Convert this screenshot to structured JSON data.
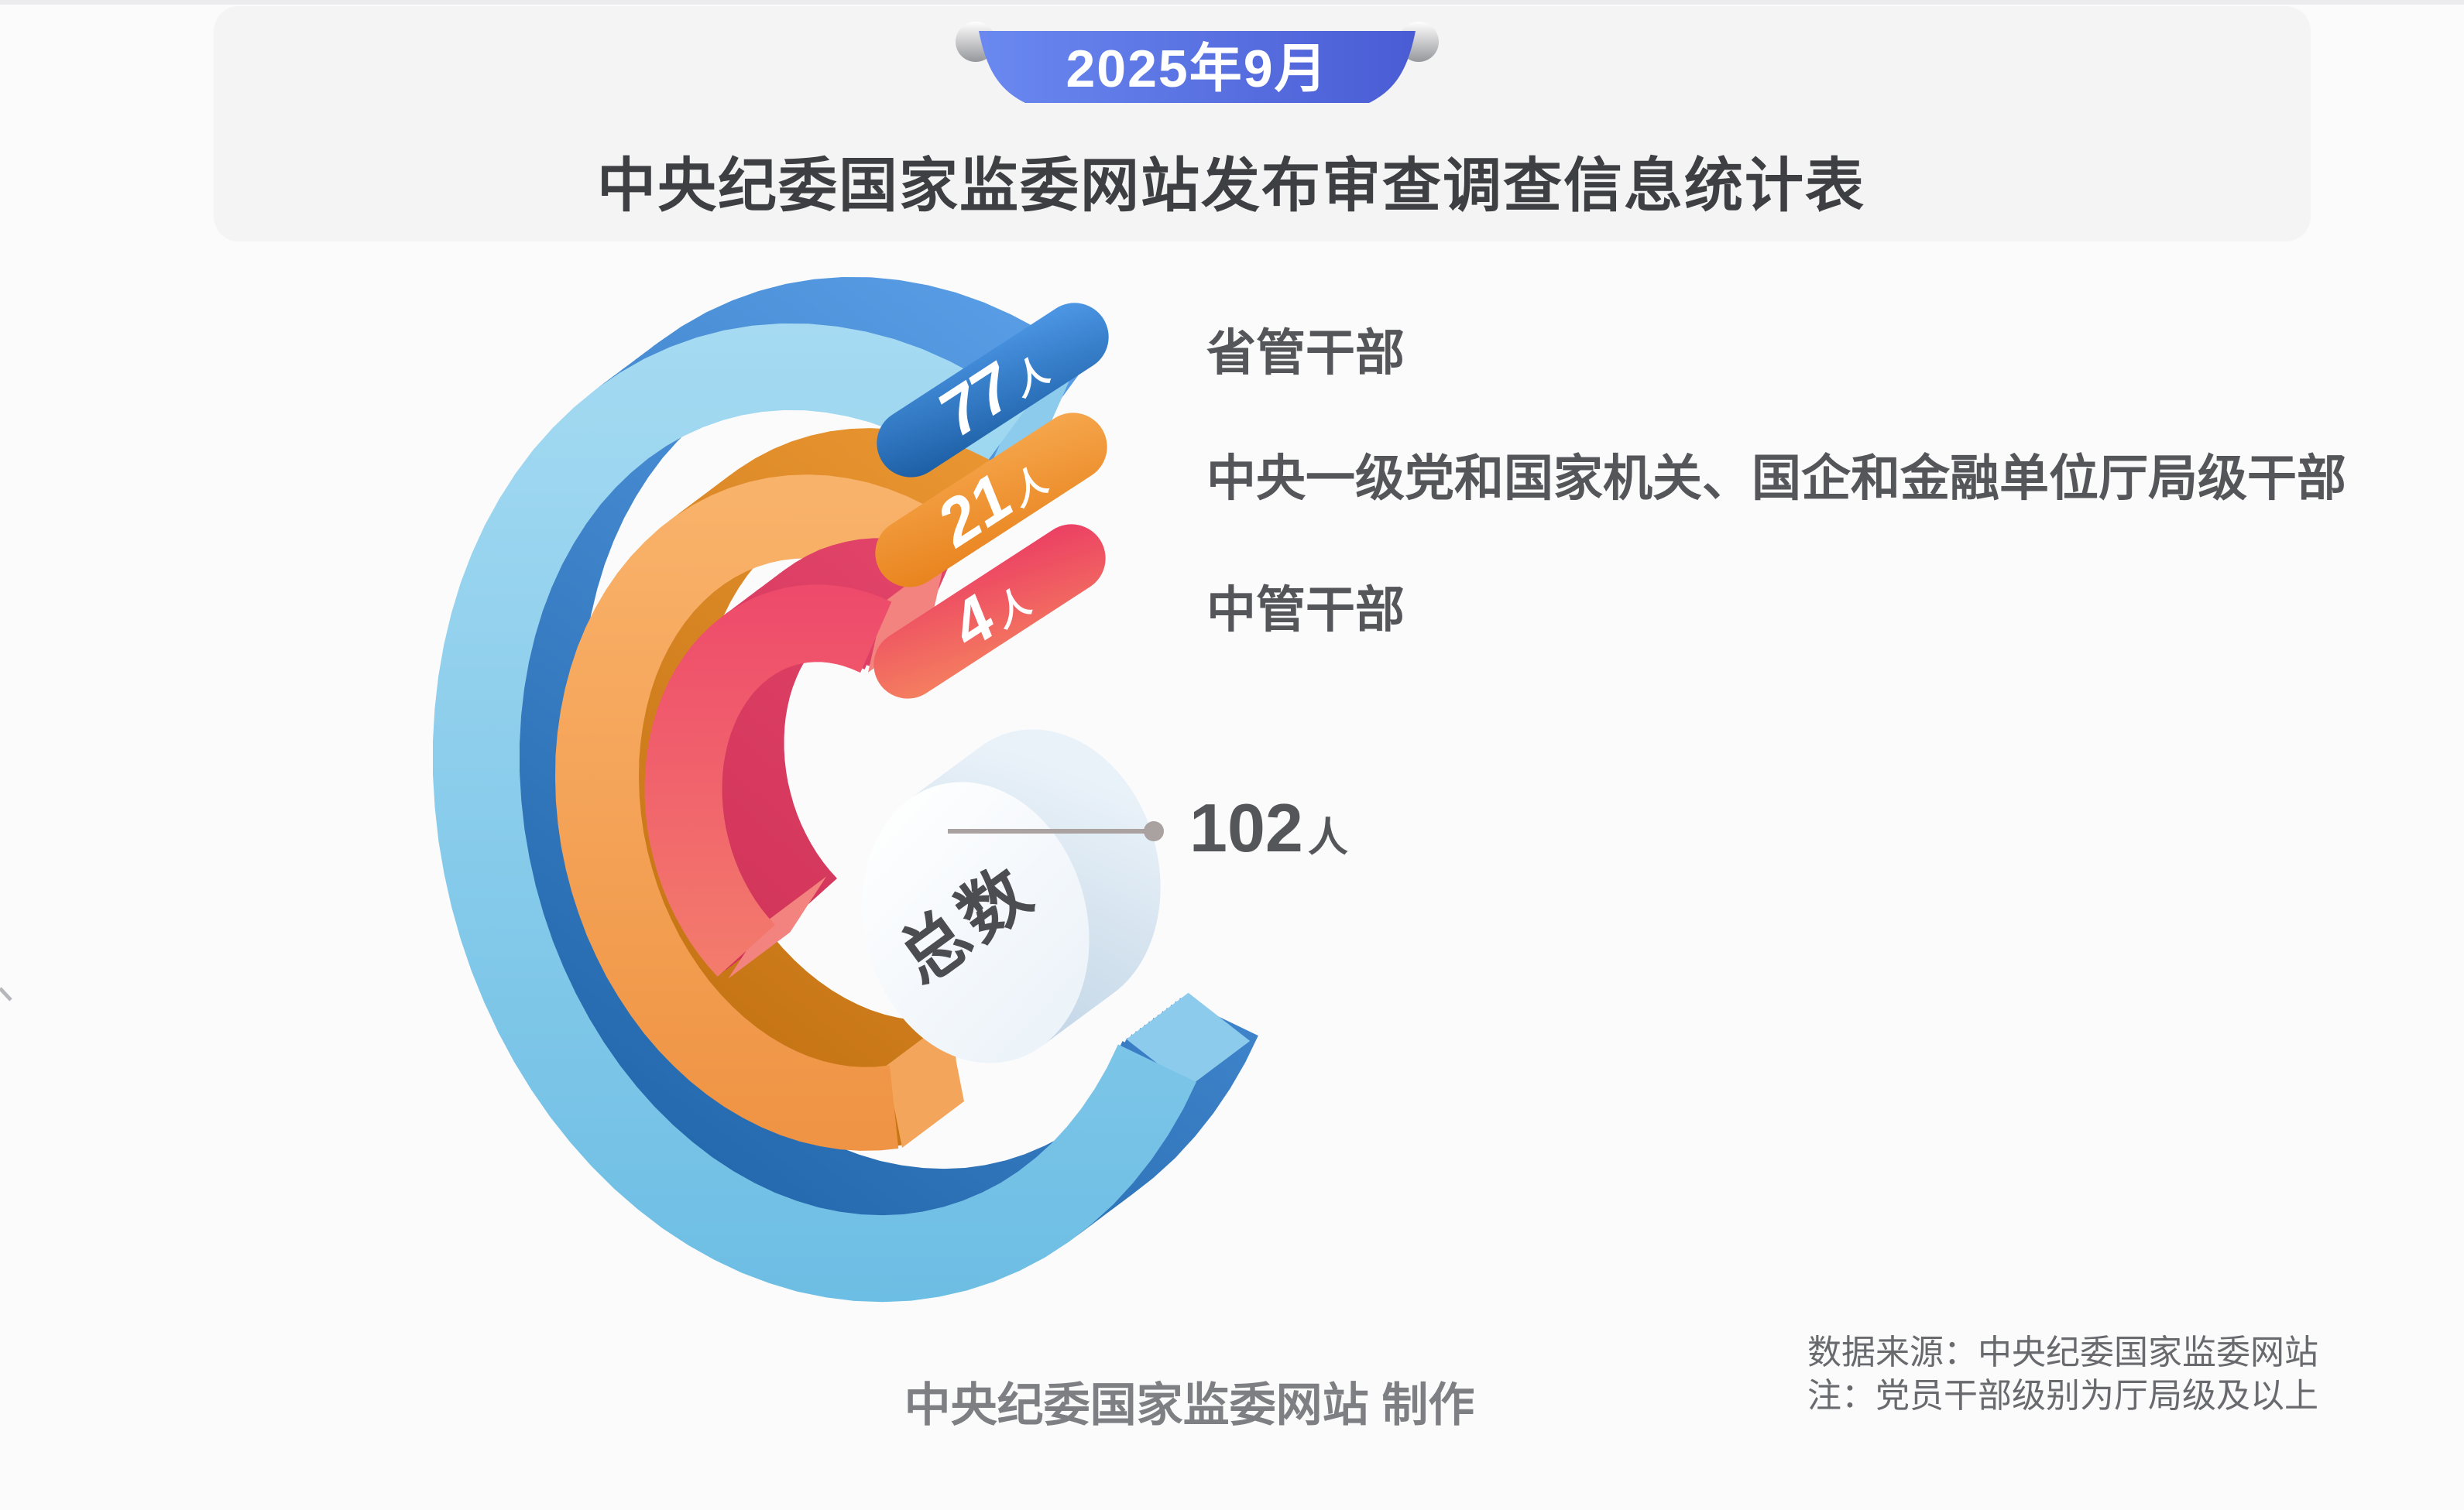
{
  "header": {
    "badge_label": "2025年9月",
    "title": "中央纪委国家监委网站发布审查调查信息统计表"
  },
  "chart_data": {
    "type": "radial_bar",
    "title": "中央纪委国家监委网站发布审查调查信息统计表",
    "period": "2025年9月",
    "unit": "人",
    "categories": [
      "省管干部",
      "中央一级党和国家机关、国企和金融单位厅局级干部",
      "中管干部"
    ],
    "values": [
      77,
      21,
      4
    ],
    "series": [
      {
        "name": "省管干部",
        "value": 77,
        "color": "#3c86d6"
      },
      {
        "name": "中央一级党和国家机关、国企和金融单位厅局级干部",
        "value": 21,
        "color": "#f0923a"
      },
      {
        "name": "中管干部",
        "value": 4,
        "color": "#ee4f6b"
      }
    ],
    "total": {
      "label": "总数",
      "value": 102
    },
    "legend_position": "right",
    "grid": false
  },
  "callouts": {
    "items": [
      {
        "value": "77",
        "unit": "人",
        "label": "省管干部"
      },
      {
        "value": "21",
        "unit": "人",
        "label": "中央一级党和国家机关、国企和金融单位厅局级干部"
      },
      {
        "value": "4",
        "unit": "人",
        "label": "中管干部"
      }
    ],
    "total": {
      "label": "总数",
      "value": "102",
      "unit": "人"
    }
  },
  "footer": {
    "producer": "中央纪委国家监委网站 制作",
    "source_line": "数据来源：中央纪委国家监委网站",
    "note_line": "注：党员干部级别为厅局级及以上"
  },
  "colors": {
    "accent_blue": "#4a71e0",
    "ring_blue_top": "#8fd0ec",
    "ring_orange_top": "#f4a156",
    "ring_red_top": "#f06a6e",
    "text_dark": "#3e3f43",
    "text_gray": "#55565a"
  }
}
